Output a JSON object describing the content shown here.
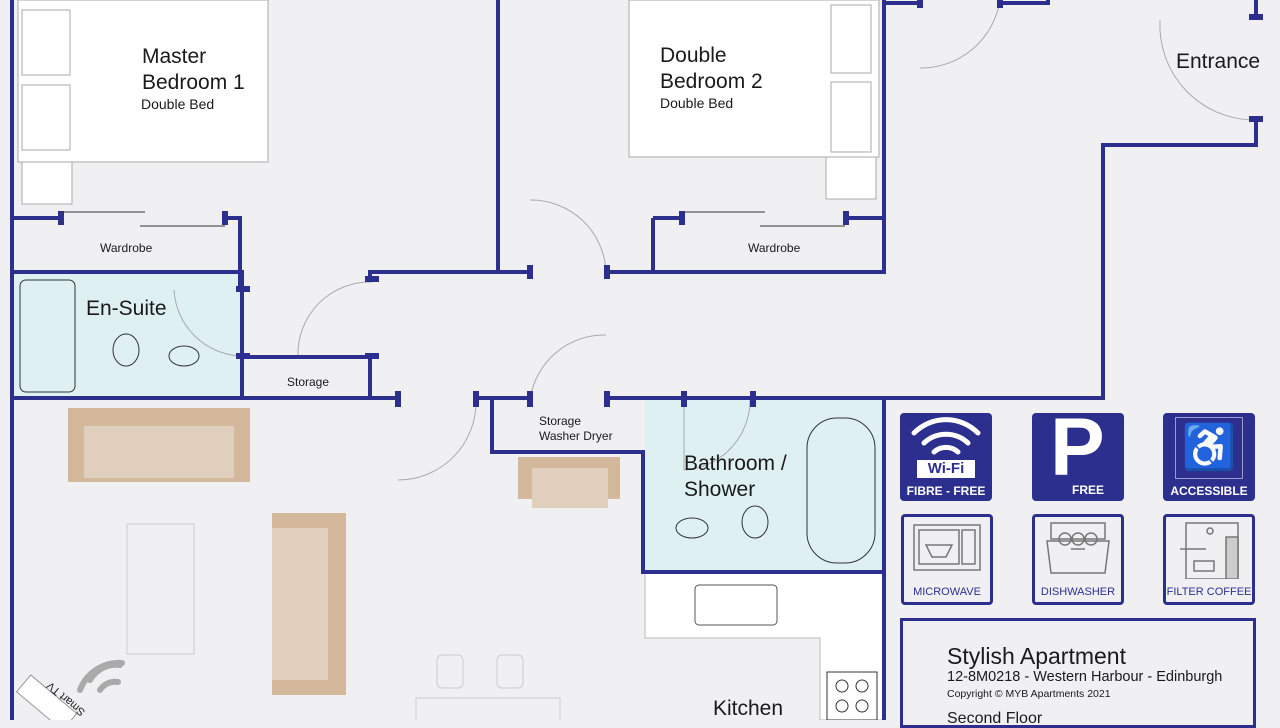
{
  "rooms": {
    "master": {
      "name_line1": "Master",
      "name_line2": "Bedroom 1",
      "bed": "Double Bed"
    },
    "double": {
      "name_line1": "Double",
      "name_line2": "Bedroom 2",
      "bed": "Double Bed"
    },
    "entrance": "Entrance",
    "wardrobe1": "Wardrobe",
    "wardrobe2": "Wardrobe",
    "ensuite": "En-Suite",
    "storage": "Storage",
    "storage_washer_line1": "Storage",
    "storage_washer_line2": "Washer Dryer",
    "bathroom_line1": "Bathroom /",
    "bathroom_line2": "Shower",
    "kitchen": "Kitchen",
    "smart_tv": "Smart TV"
  },
  "amenities": [
    {
      "icon": "wifi-icon",
      "title": "Wi-Fi",
      "label": "FIBRE - FREE"
    },
    {
      "icon": "parking-icon",
      "title": "P",
      "label": "FREE"
    },
    {
      "icon": "wheelchair-icon",
      "label": "ACCESSIBLE"
    },
    {
      "icon": "microwave-icon",
      "label": "MICROWAVE"
    },
    {
      "icon": "dishwasher-icon",
      "label": "DISHWASHER"
    },
    {
      "icon": "coffee-machine-icon",
      "label": "FILTER COFFEE"
    }
  ],
  "info": {
    "title": "Stylish Apartment",
    "address": "12-8M0218 - Western Harbour - Edinburgh",
    "copyright": "Copyright © MYB Apartments 2021",
    "floor": "Second Floor"
  },
  "colors": {
    "wall": "#2d2f8f",
    "wet_room": "#dff0f3",
    "sofa": "#e0cfbd",
    "sofa_back": "#d4b89c",
    "floor": "#f0f0f3"
  }
}
